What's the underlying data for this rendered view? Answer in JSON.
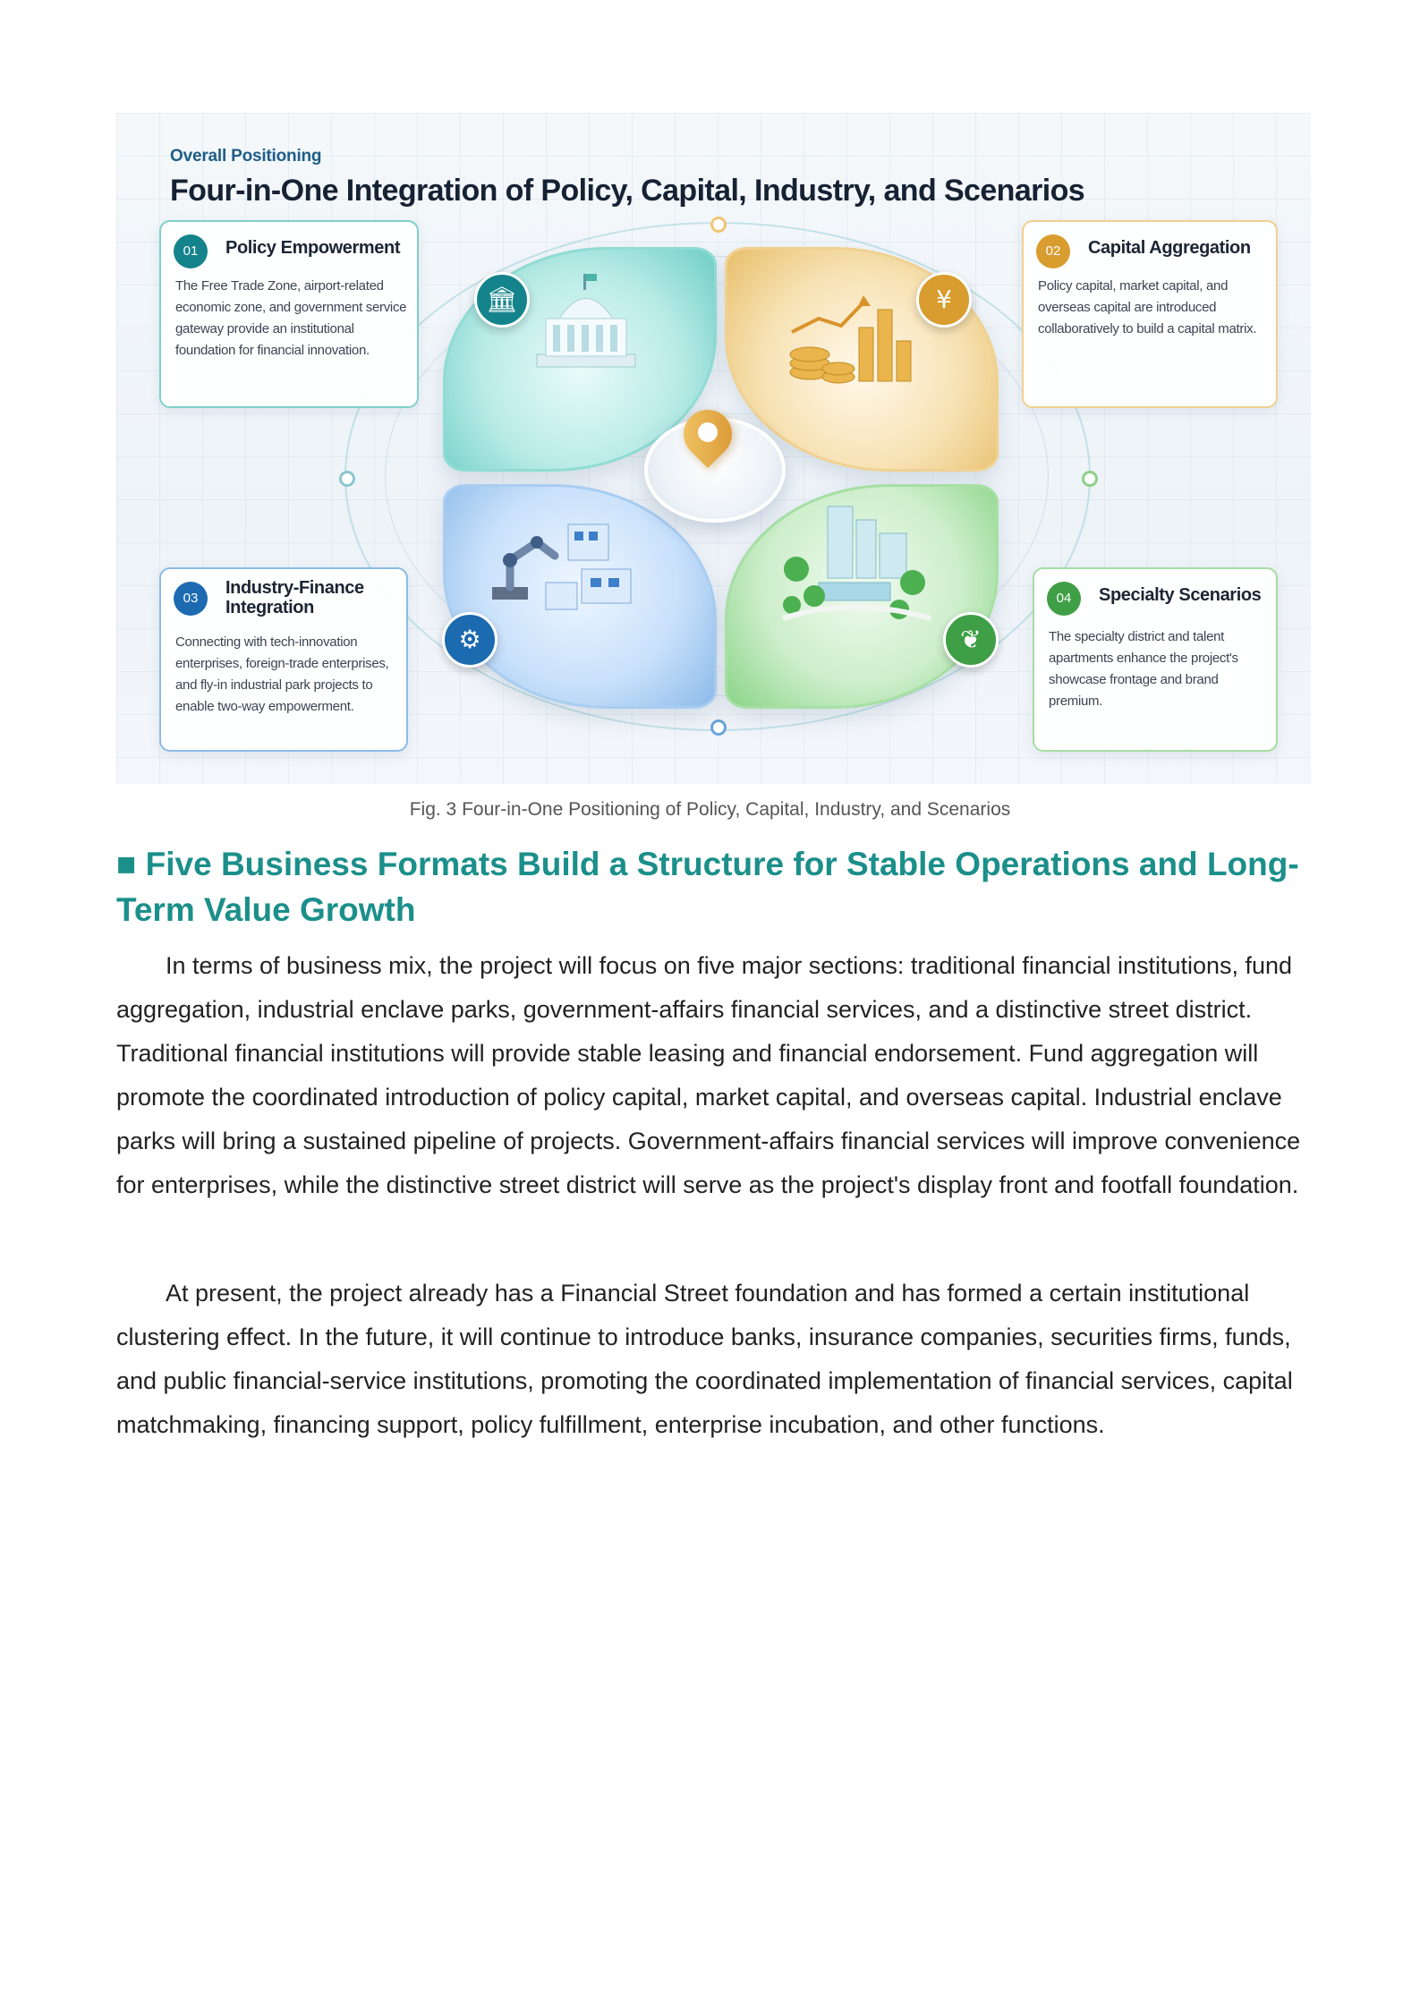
{
  "figure": {
    "kicker": "Overall Positioning",
    "title": "Four-in-One Integration of Policy, Capital, Industry, and Scenarios",
    "cards": [
      {
        "num": "01",
        "title": "Policy Empowerment",
        "desc": "The Free Trade Zone, airport-related economic zone, and government service gateway provide an institutional foundation for financial innovation."
      },
      {
        "num": "02",
        "title": "Capital Aggregation",
        "desc": "Policy capital, market capital, and overseas capital are introduced collaboratively to build a capital matrix."
      },
      {
        "num": "03",
        "title": "Industry-Finance Integration",
        "desc": "Connecting with tech-innovation enterprises, foreign-trade enterprises, and fly-in industrial park projects to enable two-way empowerment."
      },
      {
        "num": "04",
        "title": "Specialty Scenarios",
        "desc": "The specialty district and talent apartments enhance the project's showcase frontage and brand premium."
      }
    ],
    "icons": {
      "policy": "government-building-icon",
      "capital": "coins-icon",
      "industry": "gear-icon",
      "scenarios": "leaf-icon",
      "center": "location-pin-icon"
    },
    "colors": {
      "teal": "#14838b",
      "gold": "#d89c2f",
      "blue": "#1c6ab0",
      "green": "#3f9f47"
    }
  },
  "caption": "Fig. 3 Four-in-One Positioning of Policy, Capital, Industry, and Scenarios",
  "section": {
    "heading": "■ Five Business Formats Build a Structure for Stable Operations and Long-Term Value Growth",
    "paragraphs": [
      "In terms of business mix, the project will focus on five major sections: traditional financial institutions, fund aggregation, industrial enclave parks, government-affairs financial services, and a distinctive street district. Traditional financial institutions will provide stable leasing and financial endorsement. Fund aggregation will promote the coordinated introduction of policy capital, market capital, and overseas capital. Industrial enclave parks will bring a sustained pipeline of projects. Government-affairs financial services will improve convenience for enterprises, while the distinctive street district will serve as the project's display front and footfall foundation.",
      "At present, the project already has a Financial Street foundation and has formed a certain institutional clustering effect. In the future, it will continue to introduce banks, insurance companies, securities firms, funds, and public financial-service institutions, promoting the coordinated implementation of financial services, capital matchmaking, financing support, policy fulfillment, enterprise incubation, and other functions."
    ]
  }
}
